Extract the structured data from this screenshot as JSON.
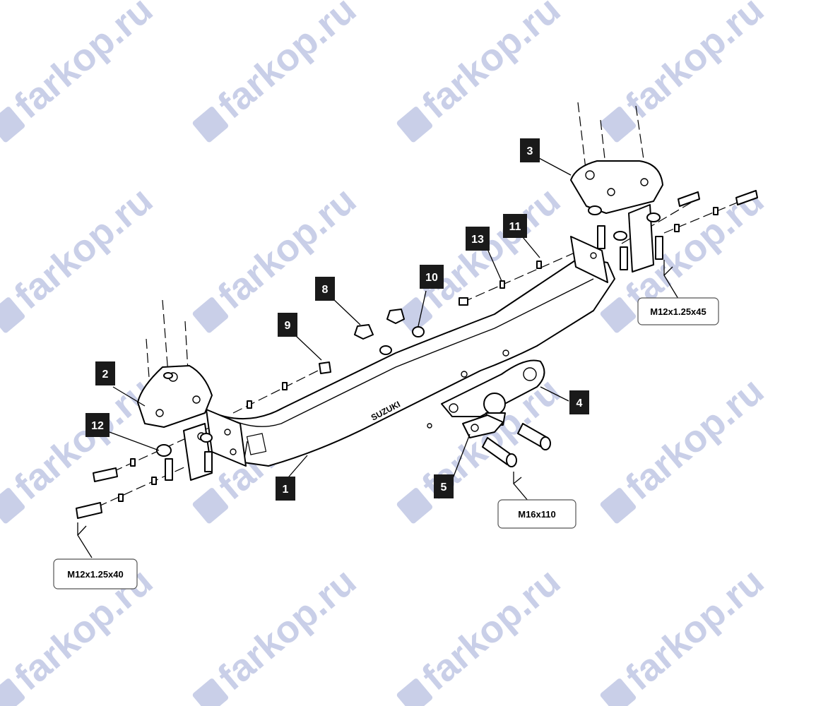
{
  "watermark": {
    "text": "farkop.ru",
    "color": "#c9cfe8"
  },
  "frame": {
    "brand_label": "SUZUKI"
  },
  "callouts": [
    {
      "id": "1",
      "label": "1"
    },
    {
      "id": "2",
      "label": "2"
    },
    {
      "id": "3",
      "label": "3"
    },
    {
      "id": "4",
      "label": "4"
    },
    {
      "id": "5",
      "label": "5"
    },
    {
      "id": "8",
      "label": "8"
    },
    {
      "id": "9",
      "label": "9"
    },
    {
      "id": "10",
      "label": "10"
    },
    {
      "id": "11",
      "label": "11"
    },
    {
      "id": "12",
      "label": "12"
    },
    {
      "id": "13",
      "label": "13"
    }
  ],
  "specs": {
    "left_bolt": "M12x1.25x40",
    "right_bolt": "M12x1.25x45",
    "ball_bolt": "M16x110"
  }
}
